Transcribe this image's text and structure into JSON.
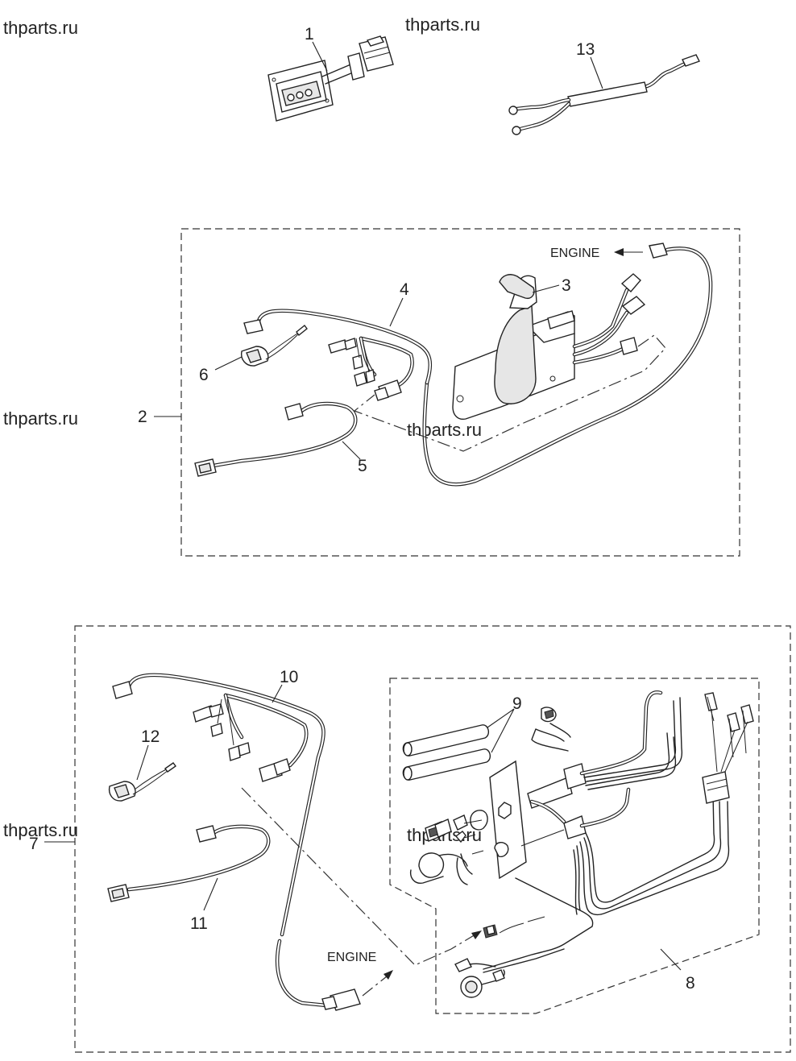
{
  "watermark": "thparts.ru",
  "engine_label": "ENGINE",
  "callouts": {
    "c1": "1",
    "c2": "2",
    "c3": "3",
    "c4": "4",
    "c5": "5",
    "c6": "6",
    "c7": "7",
    "c8": "8",
    "c9": "9",
    "c10": "10",
    "c11": "11",
    "c12": "12",
    "c13": "13"
  }
}
